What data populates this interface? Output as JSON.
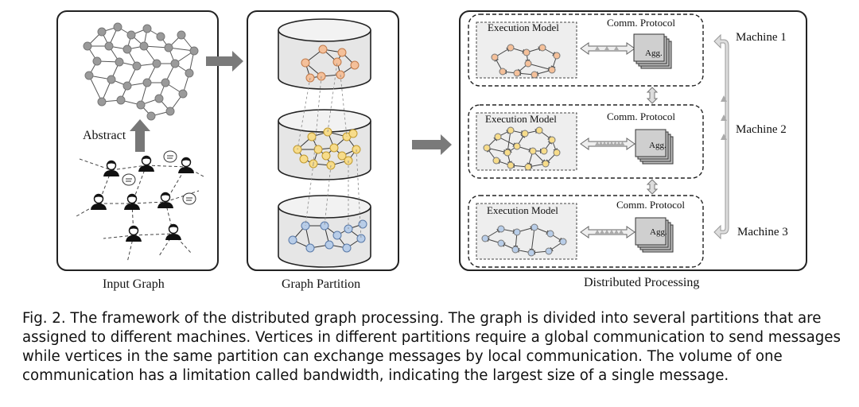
{
  "panels": {
    "input_graph": "Input Graph",
    "graph_partition": "Graph Partition",
    "distributed_processing": "Distributed Processing"
  },
  "abstract_label": "Abstract",
  "machines": [
    {
      "name": "Machine 1",
      "exec_label": "Execution Model",
      "comm_label": "Comm. Protocol",
      "agg_label": "Agg."
    },
    {
      "name": "Machine 2",
      "exec_label": "Execution Model",
      "comm_label": "Comm. Protocol",
      "agg_label": "Agg."
    },
    {
      "name": "Machine 3",
      "exec_label": "Execution Model",
      "comm_label": "Comm. Protocol",
      "agg_label": "Agg."
    }
  ],
  "caption": "Fig. 2.  The framework of the distributed graph processing. The graph is divided into several partitions that are assigned to different machines. Vertices in different partitions require a global communication to send messages while vertices in the same partition can exchange messages by local communication. The volume of one communication has a limitation called bandwidth, indicating the largest size of a single message.",
  "colors": {
    "partition_1": "#f4c09a",
    "partition_2": "#f7dc8a",
    "partition_3": "#b8cde8",
    "node_gray": "#9a9a9a",
    "arrow_gray": "#7a7a7a"
  }
}
